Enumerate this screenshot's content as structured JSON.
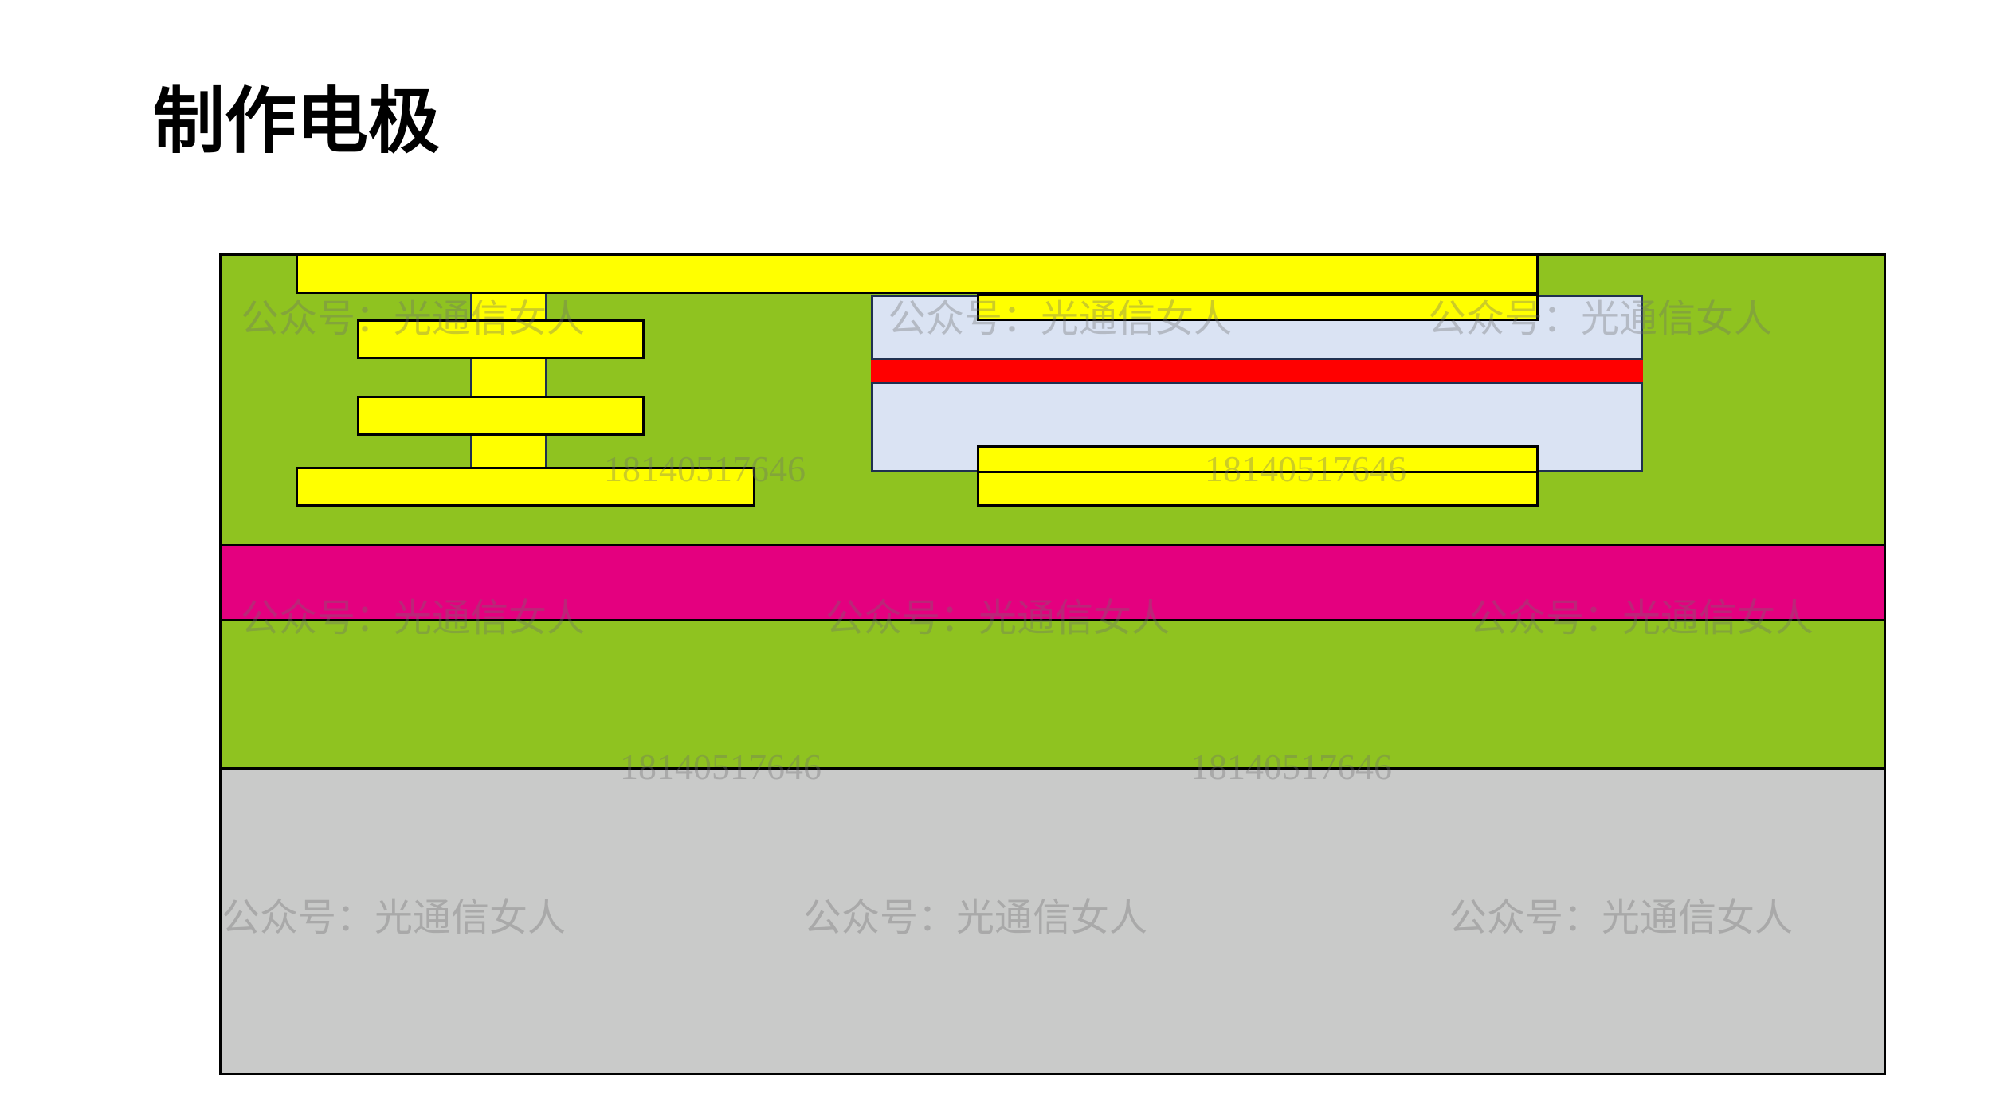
{
  "title": "制作电极",
  "colors": {
    "cladding": "#8fc320",
    "core": "#e4007f",
    "substrate": "#c9cac9",
    "electrode": "#ffff00",
    "box": "#dae3f3",
    "active": "#ff0000"
  },
  "watermark": {
    "text": "公众号：光通信女人",
    "number": "18140517646"
  }
}
